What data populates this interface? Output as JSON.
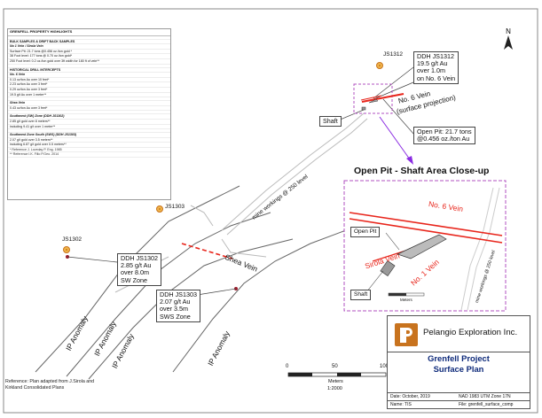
{
  "highlights": {
    "title": "GRENFELL PROPERTY HIGHLIGHTS",
    "rows": [
      {
        "t": "",
        "k": "gap"
      },
      {
        "t": "BULK SAMPLES & DRIFT BACK SAMPLES",
        "k": "head"
      },
      {
        "t": "No 1 Vein / Sirola Vein",
        "k": "sub"
      },
      {
        "t": "Surface Pit: 21.7 tons @0.456 oz./ton gold *",
        "k": "row"
      },
      {
        "t": "38 Foot level: 177 tons @ 0.70 oz./ton gold*",
        "k": "row"
      },
      {
        "t": "250 Foot level: 0.2 oz./ton gold over 3ft width for 180 ft of vein**",
        "k": "row"
      },
      {
        "t": "",
        "k": "gap"
      },
      {
        "t": "HISTORICAL DRILL INTERCEPTS",
        "k": "head"
      },
      {
        "t": "No. 6 Vein",
        "k": "sub"
      },
      {
        "t": "0.13 oz/ton Au over 10 feet*",
        "k": "row"
      },
      {
        "t": "2.23 oz/ton Au over 3 feet*",
        "k": "row"
      },
      {
        "t": "0.29 oz/ton Au over 3 feet*",
        "k": "row"
      },
      {
        "t": "19.5 g/t Au over 1 meter**",
        "k": "row"
      },
      {
        "t": "",
        "k": "gap"
      },
      {
        "t": "Shea Vein",
        "k": "sub"
      },
      {
        "t": "0.43 oz/ton Au over 3 feet*",
        "k": "row"
      },
      {
        "t": "",
        "k": "gap"
      },
      {
        "t": "Southwest (SW) Zone (DDH JS1302)",
        "k": "sub"
      },
      {
        "t": "2.85 g/t gold over 8 meters**",
        "k": "row"
      },
      {
        "t": "including 9.41 g/t over 1 meter**",
        "k": "row"
      },
      {
        "t": "",
        "k": "gap"
      },
      {
        "t": "Southwest Zone South (SWS) (DDH JS1303)",
        "k": "sub"
      },
      {
        "t": "2.07 g/t gold over 3.5 meters**",
        "k": "row"
      },
      {
        "t": "including 6.87 g/t gold over 0.5 meters**",
        "k": "row"
      },
      {
        "t": "* Reference J. Loveday P. Eng. 1985",
        "k": "note"
      },
      {
        "t": "** Reference I.K. Fillo P.Geo. 2014",
        "k": "note"
      }
    ]
  },
  "callouts": {
    "js1312": "DDH JS1312\n19.5 g/t Au\nover 1.0m\non No. 6 Vein",
    "open_pit": "Open Pit: 21.7 tons\n@0.456 oz./ton Au",
    "js1302": "DDH JS1302\n2.85 g/t Au\nover 8.0m\nSW Zone",
    "js1303": "DDH JS1303\n2.07 g/t Au\nover 3.5m\nSWS Zone",
    "shaft": "Shaft",
    "inset_open_pit": "Open Pit",
    "inset_shaft": "Shaft"
  },
  "labels": {
    "js1312": "JS1312",
    "js1303": "JS1303",
    "js1302": "JS1302",
    "no6_vein": "No. 6 Vein",
    "surface_projection": "(surface projection)",
    "mine_workings": "mine workings @ 250 level",
    "shea_vein": "Shea Vein",
    "ip_anomaly": "IP Anomaly",
    "inset_no6": "No. 6 Vein",
    "inset_sirola": "Sirola Vein",
    "inset_no1": "No. 1 Vein",
    "inset_workings": "mine workings @ 250 level",
    "inset_title": "Open Pit - Shaft Area Close-up",
    "inset_scale_unit": "Meters"
  },
  "scale": {
    "ticks": [
      "0",
      "50",
      "100"
    ],
    "unit": "Meters",
    "ratio": "1:2000"
  },
  "north": "N",
  "title_block": {
    "company": "Pelangio Exploration Inc.",
    "project": "Grenfell Project",
    "subtitle": "Surface Plan",
    "date": "Date: October, 2019",
    "datum": "NAD 1983 UTM Zone 17N",
    "name": "Name: TIS",
    "file": "File: grenfell_surface_comp"
  },
  "reference": "Reference: Plan adapted from J.Sirola and\nKirkland Consolidated Plans",
  "colors": {
    "vein": "#e8261c",
    "inset_border": "#b050c0",
    "arrow": "#8a2be2",
    "drill": "#d98b1d",
    "line": "#444444"
  }
}
